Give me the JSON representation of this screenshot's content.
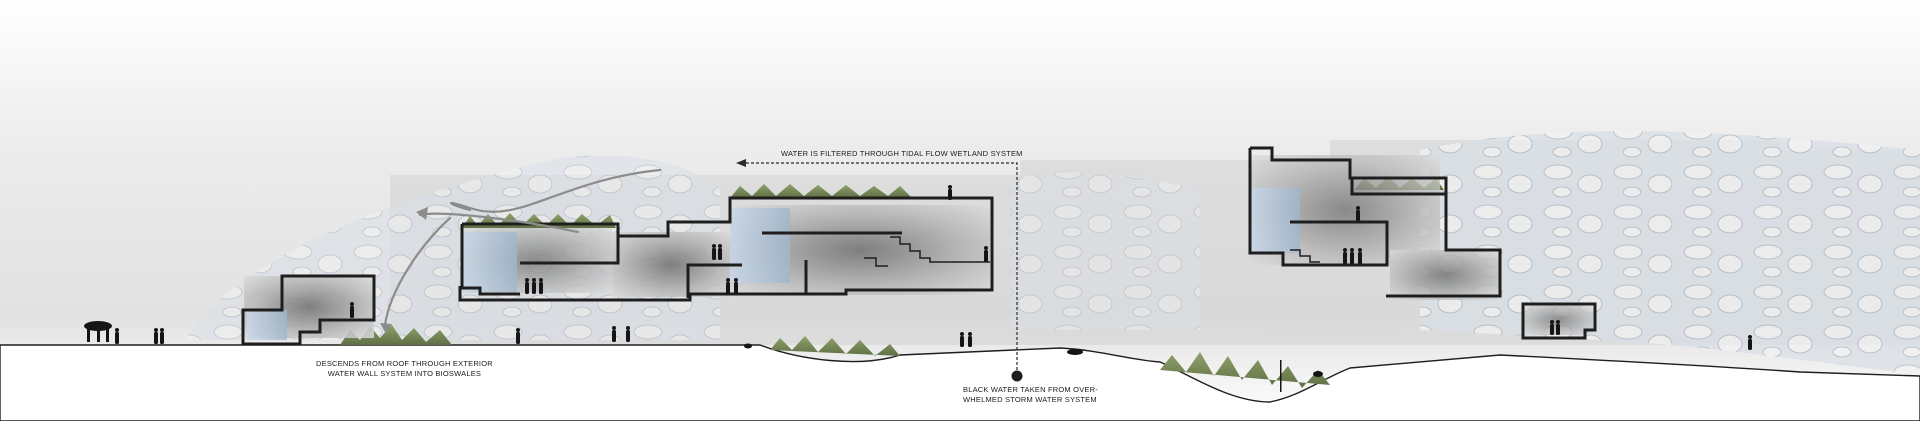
{
  "annotations": {
    "tidal_flow": "WATER IS FILTERED THROUGH TIDAL FLOW WETLAND SYSTEM",
    "descends_line1": "DESCENDS FROM ROOF THROUGH EXTERIOR",
    "descends_line2": "WATER WALL SYSTEM INTO BIOSWALES",
    "black_water_line1": "BLACK WATER TAKEN FROM OVER-",
    "black_water_line2": "WHELMED STORM WATER SYSTEM"
  },
  "colors": {
    "sky": "#e6e6e6",
    "building_wall": "#2b2b2b",
    "interior_shade": "#8a8a8a",
    "water_wall": "#a9c2d8",
    "vegetation": "#7d8f5a",
    "ground_line": "#1e1e1e",
    "annotation_text": "#1c1c1c"
  },
  "icons": [
    "people-silhouette-icon",
    "tree-silhouette-icon",
    "grass-icon",
    "water-flow-arrow-icon",
    "pipe-endpoint-dot-icon"
  ]
}
